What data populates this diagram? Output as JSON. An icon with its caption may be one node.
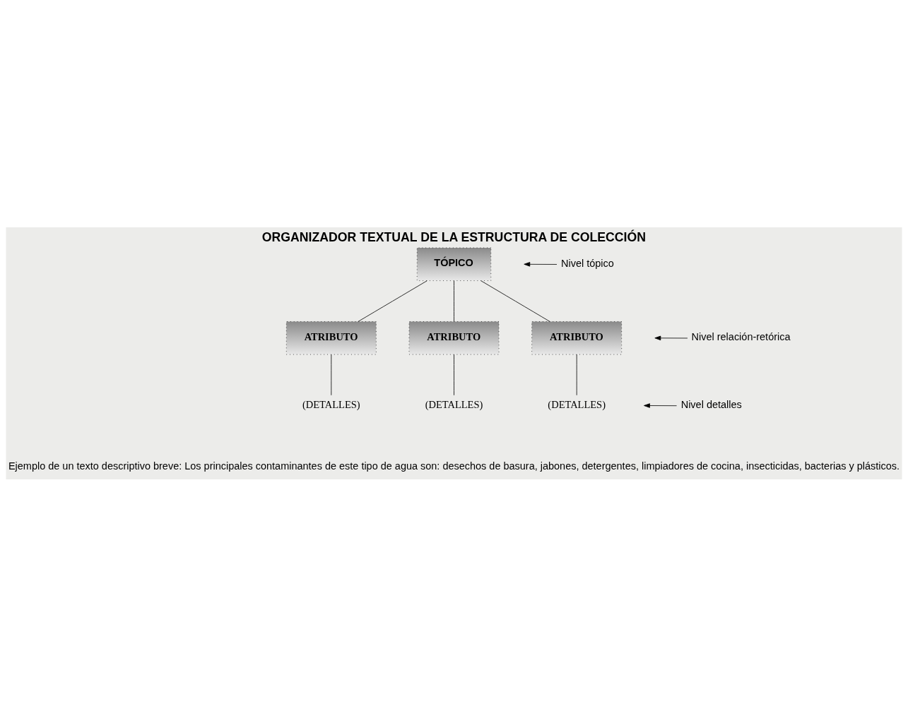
{
  "diagram": {
    "title": "ORGANIZADOR TEXTUAL DE LA ESTRUCTURA DE COLECCIÓN",
    "nodes": [
      {
        "text": [
          "TÓPICO"
        ]
      },
      {
        "text": [
          "ATRIBUTO"
        ]
      },
      {
        "text": [
          "ATRIBUTO"
        ]
      },
      {
        "text": [
          "ATRIBUTO"
        ]
      },
      {
        "text": [
          "(DETALLES)"
        ]
      },
      {
        "text": [
          "(DETALLES)"
        ]
      },
      {
        "text": [
          "(DETALLES)"
        ]
      },
      {
        "text": [
          "Nivel tópico"
        ]
      },
      {
        "text": [
          "Nivel relación-retórica"
        ]
      },
      {
        "text": [
          "Nivel detalles"
        ]
      }
    ],
    "edges": [
      {
        "from": 0,
        "to": 1,
        "arrow": "none"
      },
      {
        "from": 0,
        "to": 2,
        "arrow": "none"
      },
      {
        "from": 0,
        "to": 3,
        "arrow": "none"
      },
      {
        "from": 1,
        "to": 4,
        "arrow": "none"
      },
      {
        "from": 2,
        "to": 5,
        "arrow": "none"
      },
      {
        "from": 3,
        "to": 6,
        "arrow": "none"
      },
      {
        "from": 7,
        "to": null,
        "arrow": "to"
      },
      {
        "from": 8,
        "to": null,
        "arrow": "to"
      },
      {
        "from": 9,
        "to": null,
        "arrow": "to"
      }
    ],
    "labels": [
      "Ejemplo de un texto descriptivo breve: Los principales contaminantes de este tipo de agua son: desechos de basura, jabones, detergentes, limpiadores de cocina, insecticidas, bacterias y plásticos."
    ]
  }
}
